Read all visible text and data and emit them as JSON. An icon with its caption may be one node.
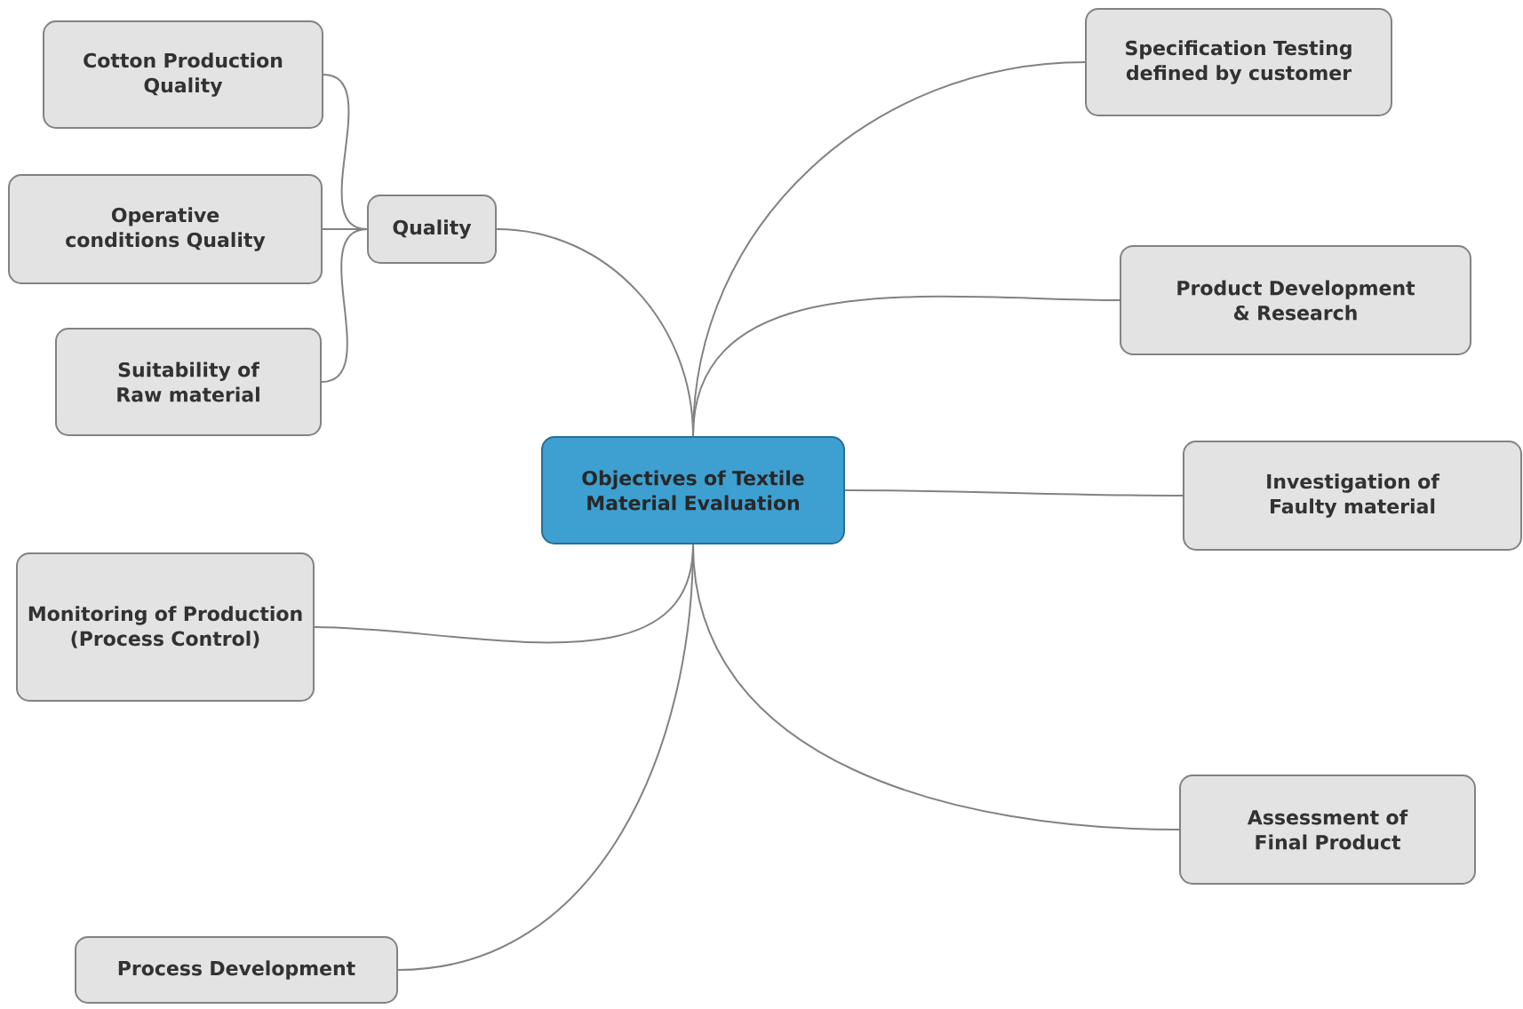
{
  "diagram": {
    "nodes": [
      {
        "text": [
          "Objectives of Textile Material Evaluation"
        ]
      },
      {
        "text": [
          "Quality"
        ]
      },
      {
        "text": [
          "Cotton Production Quality"
        ]
      },
      {
        "text": [
          "Operative conditions Quality"
        ]
      },
      {
        "text": [
          "Suitability of Raw material"
        ]
      },
      {
        "text": [
          "Monitoring of Production (Process Control)"
        ]
      },
      {
        "text": [
          "Process Development"
        ]
      },
      {
        "text": [
          "Specification Testing defined by customer"
        ]
      },
      {
        "text": [
          "Product Development & Research"
        ]
      },
      {
        "text": [
          "Investigation of Faulty material"
        ]
      },
      {
        "text": [
          "Assessment of Final Product"
        ]
      }
    ],
    "edges": [
      {
        "from": 0,
        "to": 1,
        "arrow": "none"
      },
      {
        "from": 1,
        "to": 2,
        "arrow": "none"
      },
      {
        "from": 1,
        "to": 3,
        "arrow": "none"
      },
      {
        "from": 1,
        "to": 4,
        "arrow": "none"
      },
      {
        "from": 0,
        "to": 5,
        "arrow": "none"
      },
      {
        "from": 0,
        "to": 6,
        "arrow": "none"
      },
      {
        "from": 0,
        "to": 7,
        "arrow": "none"
      },
      {
        "from": 0,
        "to": 8,
        "arrow": "none"
      },
      {
        "from": 0,
        "to": 9,
        "arrow": "none"
      },
      {
        "from": 0,
        "to": 10,
        "arrow": "none"
      }
    ]
  }
}
